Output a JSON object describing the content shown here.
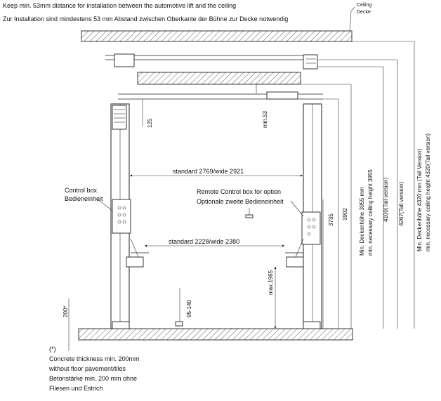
{
  "notes": {
    "en": "Keep min. 53mm distance for installation between the automotive lift and the ceiling",
    "de": "Zur Installation sind mindestens 53 mm Abstand zwischen Oberkante der Bühne zur Decke notwendig",
    "ceiling_en": "Ceiling",
    "ceiling_de": "Decke"
  },
  "labels": {
    "control_box_en": "Control box",
    "control_box_de": "Bedieneinheit",
    "remote_box_en": "Remote Control box for option",
    "remote_box_de": "Optionale zweite Bedieneinheit",
    "standard_top": "standard 2769/wide 2921",
    "standard_mid": "standard 2228/wide 2380",
    "dim_125": "125",
    "dim_min53": "min.53",
    "dim_max1965": "max.1965",
    "dim_95_140": "95-140",
    "dim_200": "200*",
    "dim_3735": "3735",
    "dim_3902": "3902",
    "dim_3955_de": "Min. Deckenhöhe 3955 mm",
    "dim_3955_en": "min. necessary ceiling height 3955",
    "dim_4100": "4100(Tall version)",
    "dim_4267": "4267(Tall version)",
    "dim_4320_de": "Min. Deckenhöhe 4320 mm (Tall Version)",
    "dim_4320_en": "min. necessary ceiling height 4320(Tall version)"
  },
  "footnote": {
    "marker": "(*)",
    "line1": "Concrete thickness min. 200mm",
    "line2": "without floor pavement/tiles",
    "line3": "Betonstärke min. 200 mm ohne",
    "line4": "Fliesen und Estrich"
  }
}
